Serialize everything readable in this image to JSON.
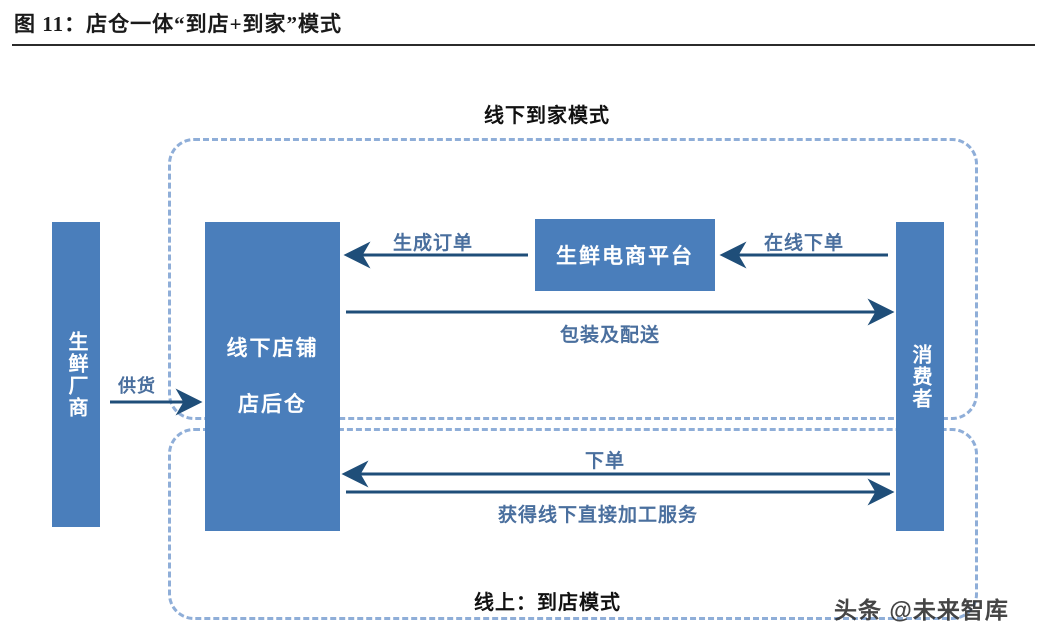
{
  "figure": {
    "title": "图 11：店仓一体“到店+到家”模式"
  },
  "sections": {
    "top_caption": "线下到家模式",
    "bottom_caption": "线上：到店模式"
  },
  "nodes": {
    "supplier": "生鲜厂商",
    "store_line1": "线下店铺",
    "store_line2": "店后仓",
    "platform": "生鲜电商平台",
    "consumer": "消费者"
  },
  "flows": {
    "supply": "供货",
    "generate_order": "生成订单",
    "online_order": "在线下单",
    "pack_and_deliver": "包装及配送",
    "place_order": "下单",
    "in_store_service": "获得线下直接加工服务"
  },
  "watermark": "头条 @未来智库",
  "colors": {
    "box_fill": "#4a7ebb",
    "dashed_border": "#8faed8",
    "arrow": "#1f4e79",
    "label_text": "#4a6f9e",
    "title_text": "#1a1a1a"
  }
}
